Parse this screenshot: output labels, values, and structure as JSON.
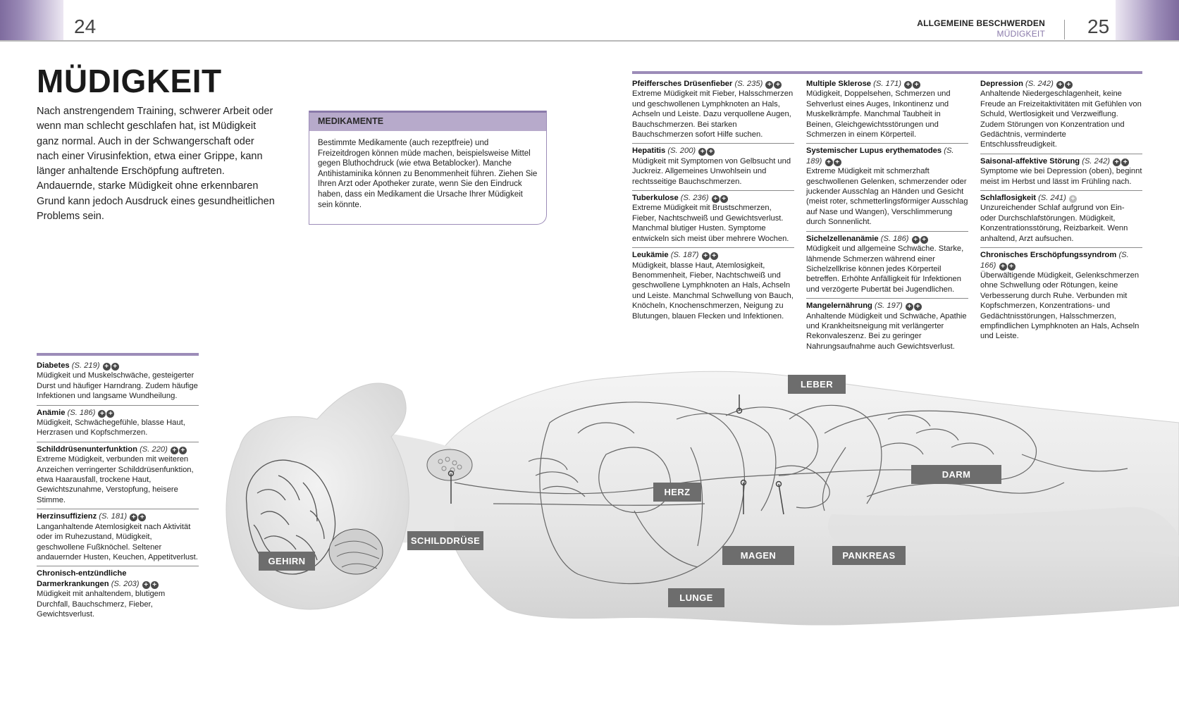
{
  "header": {
    "page_left": "24",
    "page_right": "25",
    "section": "ALLGEMEINE BESCHWERDEN",
    "subsection": "MÜDIGKEIT"
  },
  "title": "MÜDIGKEIT",
  "intro": "Nach anstrengendem Training, schwerer Arbeit oder wenn man schlecht geschlafen hat, ist Müdigkeit ganz normal. Auch in der Schwangerschaft oder nach einer Virusinfektion, etwa einer Grippe, kann länger anhaltende Erschöpfung auftreten. Andauernde, starke Müdigkeit ohne erkennbaren Grund kann jedoch Ausdruck eines gesundheitlichen Problems sein.",
  "medikamente": {
    "heading": "MEDIKAMENTE",
    "text": "Bestimmte Medikamente (auch rezeptfreie) und Freizeitdrogen können müde machen, beispielsweise Mittel gegen Bluthochdruck (wie etwa Betablocker). Manche Antihistaminika können zu Benommenheit führen. Ziehen Sie Ihren Arzt oder Apotheker zurate, wenn Sie den Eindruck haben, dass ein Medikament die Ursache Ihrer Müdigkeit sein könnte."
  },
  "left_column": [
    {
      "title": "Diabetes",
      "ref": "(S. 219)",
      "icons": [
        "plus",
        "plus"
      ],
      "text": "Müdigkeit und Muskelschwäche, gesteigerter Durst und häufiger Harndrang. Zudem häufige Infektionen und langsame Wundheilung."
    },
    {
      "title": "Anämie",
      "ref": "(S. 186)",
      "icons": [
        "plus",
        "plus"
      ],
      "text": "Müdigkeit, Schwächegefühle, blasse Haut, Herzrasen und Kopfschmerzen."
    },
    {
      "title": "Schilddrüsenunterfunktion",
      "ref": "(S. 220)",
      "icons": [
        "plus",
        "plus"
      ],
      "text": "Extreme Müdigkeit, verbunden mit weiteren Anzeichen verringerter Schilddrüsenfunktion, etwa Haarausfall, trockene Haut, Gewichtszunahme, Verstopfung, heisere Stimme."
    },
    {
      "title": "Herzinsuffizienz",
      "ref": "(S. 181)",
      "icons": [
        "plus",
        "plus"
      ],
      "text": "Langanhaltende Atemlosigkeit nach Aktivität oder im Ruhezustand, Müdigkeit, geschwollene Fußknöchel. Seltener andauernder Husten, Keuchen, Appetitverlust."
    },
    {
      "title": "Chronisch-entzündliche Darmerkrankungen",
      "ref": "(S. 203)",
      "icons": [
        "plus",
        "plus"
      ],
      "text": "Müdigkeit mit anhaltendem, blutigem Durchfall, Bauchschmerz, Fieber, Gewichtsverlust."
    }
  ],
  "col1": [
    {
      "title": "Pfeiffersches Drüsenfieber",
      "ref": "(S. 235)",
      "icons": [
        "plus",
        "plus"
      ],
      "text": "Extreme Müdigkeit mit Fieber, Halsschmerzen und geschwollenen Lymphknoten an Hals, Achseln und Leiste. Dazu verquollene Augen, Bauchschmerzen. Bei starken Bauchschmerzen sofort Hilfe suchen."
    },
    {
      "title": "Hepatitis",
      "ref": "(S. 200)",
      "icons": [
        "plus",
        "plus"
      ],
      "text": "Müdigkeit mit Symptomen von Gelbsucht und Juckreiz. Allgemeines Unwohlsein und rechtsseitige Bauchschmerzen."
    },
    {
      "title": "Tuberkulose",
      "ref": "(S. 236)",
      "icons": [
        "plus",
        "plus"
      ],
      "text": "Extreme Müdigkeit mit Brustschmerzen, Fieber, Nachtschweiß und Gewichtsverlust. Manchmal blutiger Husten. Symptome entwickeln sich meist über mehrere Wochen."
    },
    {
      "title": "Leukämie",
      "ref": "(S. 187)",
      "icons": [
        "plus",
        "plus"
      ],
      "text": "Müdigkeit, blasse Haut, Atemlosigkeit, Benommenheit, Fieber, Nachtschweiß und geschwollene Lymphknoten an Hals, Achseln und Leiste. Manchmal Schwellung von Bauch, Knöcheln, Knochenschmerzen, Neigung zu Blutungen, blauen Flecken und Infektionen."
    }
  ],
  "col2": [
    {
      "title": "Multiple Sklerose",
      "ref": "(S. 171)",
      "icons": [
        "plus",
        "plus"
      ],
      "text": "Müdigkeit, Doppelsehen, Schmerzen und Sehverlust eines Auges, Inkontinenz und Muskelkrämpfe. Manchmal Taubheit in Beinen, Gleichgewichtsstörungen und Schmerzen in einem Körperteil."
    },
    {
      "title": "Systemischer Lupus erythematodes",
      "ref": "(S. 189)",
      "icons": [
        "plus",
        "plus"
      ],
      "text": "Extreme Müdigkeit mit schmerzhaft geschwollenen Gelenken, schmerzender oder juckender Ausschlag an Händen und Gesicht (meist roter, schmetterlingsförmiger Ausschlag auf Nase und Wangen), Verschlimmerung durch Sonnenlicht."
    },
    {
      "title": "Sichelzellenanämie",
      "ref": "(S. 186)",
      "icons": [
        "plus",
        "plus"
      ],
      "text": "Müdigkeit und allgemeine Schwäche. Starke, lähmende Schmerzen während einer Sichelzellkrise können jedes Körperteil betreffen. Erhöhte Anfälligkeit für Infektionen und verzögerte Pubertät bei Jugendlichen."
    },
    {
      "title": "Mangelernährung",
      "ref": "(S. 197)",
      "icons": [
        "plus",
        "plus"
      ],
      "text": "Anhaltende Müdigkeit und Schwäche, Apathie und Krankheitsneigung mit verlängerter Rekonvaleszenz. Bei zu geringer Nahrungsaufnahme auch Gewichtsverlust."
    }
  ],
  "col3": [
    {
      "title": "Depression",
      "ref": "(S. 242)",
      "icons": [
        "plus",
        "plus"
      ],
      "text": "Anhaltende Niedergeschlagenheit, keine Freude an Freizeitaktivitäten mit Gefühlen von Schuld, Wertlosigkeit und Verzweiflung. Zudem Störungen von Konzentration und Gedächtnis, verminderte Entschlussfreudigkeit."
    },
    {
      "title": "Saisonal-affektive Störung",
      "ref": "(S. 242)",
      "icons": [
        "plus",
        "plus"
      ],
      "text": "Symptome wie bei Depression (oben), beginnt meist im Herbst und lässt im Frühling nach."
    },
    {
      "title": "Schlaflosigkeit",
      "ref": "(S. 241)",
      "icons": [
        "light"
      ],
      "text": "Unzureichender Schlaf aufgrund von Ein- oder Durchschlafstörungen. Müdigkeit, Konzentrationsstörung, Reizbarkeit. Wenn anhaltend, Arzt aufsuchen."
    },
    {
      "title": "Chronisches Erschöpfungssyndrom",
      "ref": "(S. 166)",
      "icons": [
        "plus",
        "plus"
      ],
      "text": "Überwältigende Müdigkeit, Gelenkschmerzen ohne Schwellung oder Rötungen, keine Verbesserung durch Ruhe. Verbunden mit Kopfschmerzen, Konzentrations- und Gedächtnisstörungen, Halsschmerzen, empfindlichen Lymphknoten an Hals, Achseln und Leiste."
    }
  ],
  "figure_labels": {
    "gehirn": "GEHIRN",
    "schilddruese": "SCHILDDRÜSE",
    "herz": "HERZ",
    "lunge": "LUNGE",
    "magen": "MAGEN",
    "leber": "LEBER",
    "pankreas": "PANKREAS",
    "darm": "DARM"
  }
}
